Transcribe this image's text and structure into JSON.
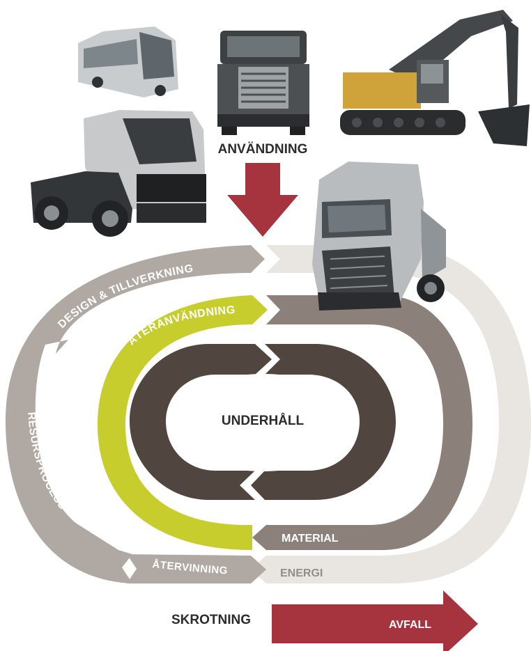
{
  "top_label": "ANVÄNDNING",
  "center_label": "UNDERHÅLL",
  "ring_labels": {
    "design": "DESIGN & TILLVERKNING",
    "reuse": "ÅTERANVÄNDNING",
    "resource": "RESURSPROCESS",
    "material": "MATERIAL",
    "recycling": "ÅTERVINNING",
    "energy": "ENERGI"
  },
  "bottom": {
    "scrap": "SKROTNING",
    "waste": "AVFALL"
  },
  "vehicles": [
    "bus-image",
    "mack-truck-image",
    "excavator-image",
    "renault-truck-image",
    "volvo-truck-image"
  ],
  "colors": {
    "dark_ring": "#514540",
    "reuse_ring": "#c6cd2c",
    "material_ring": "#8b807a",
    "energy_ring": "#e9e5e1",
    "outer_ring": "#b0a8a2",
    "red_arrow": "#a5343f"
  }
}
